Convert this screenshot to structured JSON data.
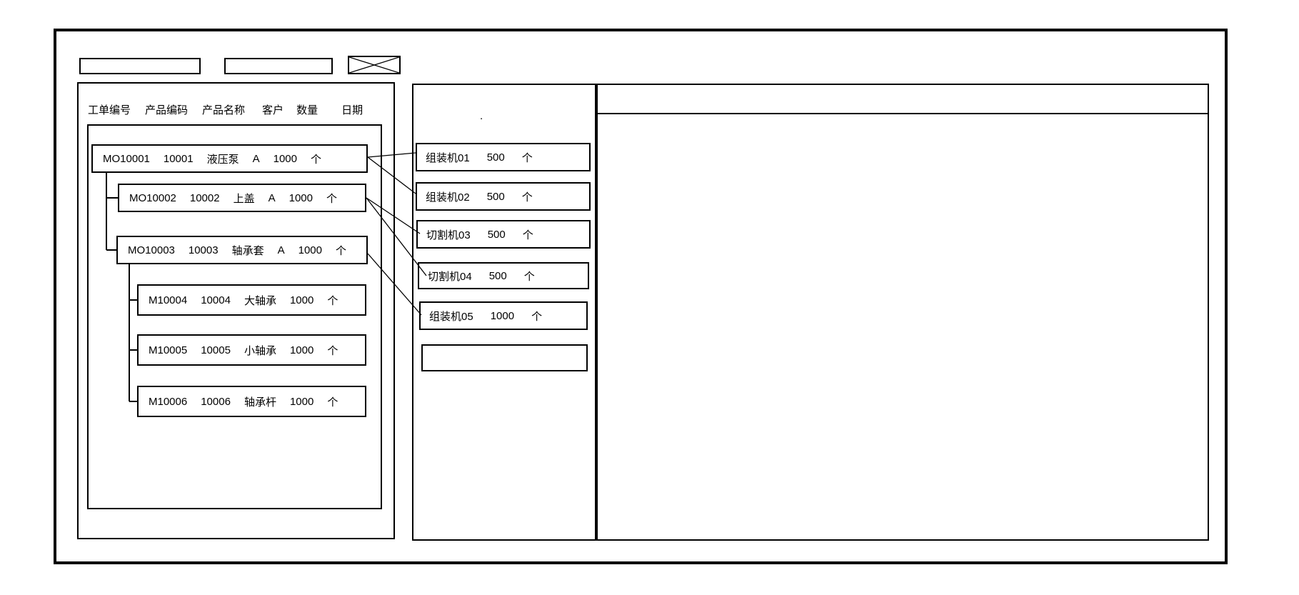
{
  "toolbar": {
    "field1_value": "",
    "field2_value": ""
  },
  "work_order_panel": {
    "headers": [
      "工单编号",
      "产品编码",
      "产品名称",
      "客户",
      "数量",
      "日期"
    ],
    "orders": [
      {
        "order_no": "MO10001",
        "product_code": "10001",
        "product_name": "液压泵",
        "customer": "A",
        "qty": "1000",
        "unit": "个",
        "level": 0
      },
      {
        "order_no": "MO10002",
        "product_code": "10002",
        "product_name": "上盖",
        "customer": "A",
        "qty": "1000",
        "unit": "个",
        "level": 1
      },
      {
        "order_no": "MO10003",
        "product_code": "10003",
        "product_name": "轴承套",
        "customer": "A",
        "qty": "1000",
        "unit": "个",
        "level": 1
      },
      {
        "order_no": "M10004",
        "product_code": "10004",
        "product_name": "大轴承",
        "customer": "",
        "qty": "1000",
        "unit": "个",
        "level": 2
      },
      {
        "order_no": "M10005",
        "product_code": "10005",
        "product_name": "小轴承",
        "customer": "",
        "qty": "1000",
        "unit": "个",
        "level": 2
      },
      {
        "order_no": "M10006",
        "product_code": "10006",
        "product_name": "轴承杆",
        "customer": "",
        "qty": "1000",
        "unit": "个",
        "level": 2
      }
    ]
  },
  "machine_panel": {
    "placeholder_dot": ".",
    "machines": [
      {
        "machine": "组装机01",
        "qty": "500",
        "unit": "个"
      },
      {
        "machine": "组装机02",
        "qty": "500",
        "unit": "个"
      },
      {
        "machine": "切割机03",
        "qty": "500",
        "unit": "个"
      },
      {
        "machine": "切割机04",
        "qty": "500",
        "unit": "个"
      },
      {
        "machine": "组装机05",
        "qty": "1000",
        "unit": "个"
      },
      {
        "machine": "",
        "qty": "",
        "unit": ""
      }
    ]
  },
  "connections": [
    {
      "from": "MO10001",
      "to": "组装机01"
    },
    {
      "from": "MO10001",
      "to": "组装机02"
    },
    {
      "from": "MO10002",
      "to": "切割机03"
    },
    {
      "from": "MO10002",
      "to": "切割机04"
    },
    {
      "from": "MO10003",
      "to": "组装机05"
    }
  ],
  "colors": {
    "line": "#000000",
    "background": "#ffffff"
  }
}
